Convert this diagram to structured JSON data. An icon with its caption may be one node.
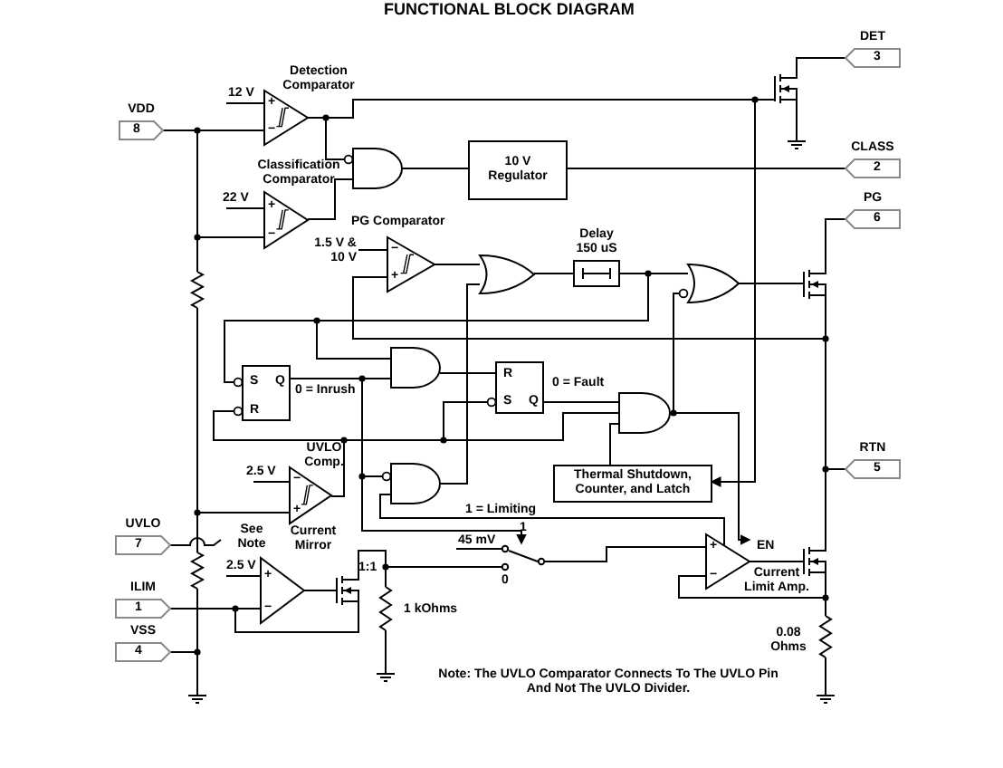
{
  "diagram": {
    "title": "FUNCTIONAL BLOCK DIAGRAM",
    "nodes": [
      {
        "text": [
          "VDD",
          "8"
        ]
      },
      {
        "text": [
          "DET",
          "3"
        ]
      },
      {
        "text": [
          "CLASS",
          "2"
        ]
      },
      {
        "text": [
          "PG",
          "6"
        ]
      },
      {
        "text": [
          "RTN",
          "5"
        ]
      },
      {
        "text": [
          "UVLO",
          "7"
        ]
      },
      {
        "text": [
          "ILIM",
          "1"
        ]
      },
      {
        "text": [
          "VSS",
          "4"
        ]
      },
      {
        "text": [
          "10 V Regulator"
        ]
      },
      {
        "text": [
          "Delay 150 uS"
        ]
      },
      {
        "text": [
          "S",
          "Q",
          "R"
        ],
        "beside": [
          "0 = Inrush"
        ]
      },
      {
        "text": [
          "R",
          "S",
          "Q"
        ],
        "beside": [
          "0 = Fault"
        ]
      },
      {
        "text": [
          "Thermal Shutdown, Counter, and Latch"
        ]
      },
      {
        "text": [
          "Detection Comparator",
          "+",
          "−"
        ],
        "beside": [
          "12 V"
        ]
      },
      {
        "text": [
          "Classification Comparator",
          "+",
          "−"
        ],
        "beside": [
          "22 V"
        ]
      },
      {
        "text": [
          "PG Comparator",
          "−",
          "+"
        ],
        "beside": [
          "1.5 V & 10 V"
        ]
      },
      {
        "text": [
          "UVLO Comp.",
          "−",
          "+"
        ],
        "beside": [
          "2.5 V"
        ]
      },
      {
        "text": [
          "+",
          "−"
        ],
        "beside": [
          "2.5 V"
        ]
      },
      {
        "text": [
          "+",
          "−"
        ],
        "beside": [
          "EN",
          "Current Limit Amp."
        ]
      },
      {
        "text": [],
        "shape": "gate"
      },
      {
        "text": [],
        "shape": "gate"
      },
      {
        "text": [],
        "shape": "gate"
      },
      {
        "text": [],
        "shape": "gate"
      },
      {
        "text": [],
        "shape": "gate"
      },
      {
        "text": [],
        "shape": "gate"
      },
      {
        "text": [],
        "shape": "transistor"
      },
      {
        "text": [],
        "shape": "transistor"
      },
      {
        "text": [],
        "shape": "transistor"
      },
      {
        "text": [],
        "shape": "transistor"
      },
      {
        "text": [],
        "shape": "resistor"
      },
      {
        "text": [],
        "shape": "resistor"
      },
      {
        "text": [],
        "shape": "resistor",
        "beside": [
          "1 kOhms"
        ]
      },
      {
        "text": [],
        "shape": "resistor",
        "beside": [
          "0.08 Ohms"
        ]
      },
      {
        "text": [],
        "shape": "ground"
      },
      {
        "text": [],
        "shape": "ground"
      },
      {
        "text": [],
        "shape": "ground"
      },
      {
        "text": [],
        "shape": "ground"
      },
      {
        "text": [],
        "shape": "switch",
        "beside": [
          "45 mV",
          "1",
          "0"
        ]
      }
    ],
    "edges": [
      {
        "from": 0,
        "to": 13,
        "arrow": "none"
      },
      {
        "from": 0,
        "to": 14,
        "arrow": "none"
      },
      {
        "from": 13,
        "to": 19,
        "arrow": "other"
      },
      {
        "from": 14,
        "to": 19,
        "arrow": "none"
      },
      {
        "from": 19,
        "to": 8,
        "arrow": "none"
      },
      {
        "from": 8,
        "to": 2,
        "arrow": "none"
      },
      {
        "from": 15,
        "to": 20,
        "arrow": "none"
      },
      {
        "from": 20,
        "to": 9,
        "arrow": "none"
      },
      {
        "from": 9,
        "to": 21,
        "arrow": "none"
      },
      {
        "from": 10,
        "to": 22,
        "arrow": "none"
      },
      {
        "from": 22,
        "to": 11,
        "arrow": "none"
      },
      {
        "from": 11,
        "to": 23,
        "arrow": "none"
      },
      {
        "from": 12,
        "to": 23,
        "arrow": "none"
      },
      {
        "from": 23,
        "to": 21,
        "arrow": "other"
      },
      {
        "from": 23,
        "to": 18,
        "arrow": "to"
      },
      {
        "from": 13,
        "to": 12,
        "arrow": "to"
      },
      {
        "from": 16,
        "to": 10,
        "arrow": "other"
      },
      {
        "from": 16,
        "to": 11,
        "arrow": "other"
      },
      {
        "from": 16,
        "to": 23,
        "arrow": "none"
      },
      {
        "from": 9,
        "to": 10,
        "arrow": "other"
      },
      {
        "from": 9,
        "to": 22,
        "arrow": "none"
      },
      {
        "from": 15,
        "to": 4,
        "arrow": "none"
      },
      {
        "from": 24,
        "to": 20,
        "arrow": "none"
      },
      {
        "from": 10,
        "to": 24,
        "arrow": "other"
      },
      {
        "from": 18,
        "to": 24,
        "arrow": "none"
      },
      {
        "from": 6,
        "to": 17,
        "arrow": "none"
      },
      {
        "from": 13,
        "to": 25,
        "arrow": "none"
      },
      {
        "from": 25,
        "to": 1,
        "arrow": "none"
      },
      {
        "from": 21,
        "to": 26,
        "arrow": "none"
      },
      {
        "from": 26,
        "to": 3,
        "arrow": "none"
      },
      {
        "from": 18,
        "to": 27,
        "arrow": "none"
      },
      {
        "from": 26,
        "to": 27,
        "arrow": "none"
      },
      {
        "from": 17,
        "to": 28,
        "arrow": "none"
      },
      {
        "from": 0,
        "to": 29,
        "arrow": "none"
      },
      {
        "from": 29,
        "to": 16,
        "arrow": "none"
      },
      {
        "from": 30,
        "to": 16,
        "arrow": "none"
      },
      {
        "from": 7,
        "to": 30,
        "arrow": "none"
      },
      {
        "from": 7,
        "to": 33,
        "arrow": "none"
      },
      {
        "from": 25,
        "to": 34,
        "arrow": "none"
      },
      {
        "from": 28,
        "to": 31,
        "arrow": "none"
      },
      {
        "from": 31,
        "to": 35,
        "arrow": "none"
      },
      {
        "from": 27,
        "to": 32,
        "arrow": "none"
      },
      {
        "from": 32,
        "to": 36,
        "arrow": "none"
      },
      {
        "from": 27,
        "to": 18,
        "arrow": "none"
      },
      {
        "from": 28,
        "to": 17,
        "arrow": "none"
      },
      {
        "from": 31,
        "to": 37,
        "arrow": "none"
      },
      {
        "from": 37,
        "to": 18,
        "arrow": "none"
      },
      {
        "from": 10,
        "to": 37,
        "arrow": "to"
      }
    ],
    "labels": [
      "See Note",
      "1 = Limiting",
      "Current Mirror",
      "1:1",
      "Note: The UVLO Comparator Connects To The UVLO Pin And Not The UVLO Divider."
    ]
  }
}
